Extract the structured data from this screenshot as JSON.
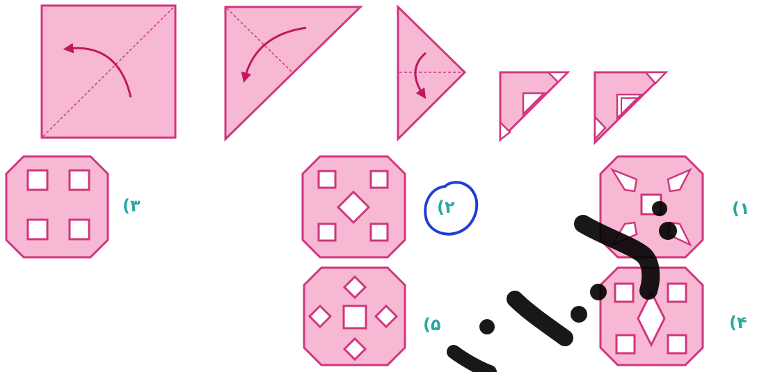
{
  "colors": {
    "fill": "#f6b8d2",
    "stroke": "#d1357e",
    "arrow": "#c2185b",
    "label": "#2aa8a0",
    "circle": "#1f3fd0",
    "watermark": "#000000"
  },
  "folding_steps": [
    {
      "shape": "square",
      "has_arrow": true
    },
    {
      "shape": "large-triangle",
      "has_arrow": true
    },
    {
      "shape": "medium-triangle",
      "has_arrow": true
    },
    {
      "shape": "small-triangle-cut",
      "has_arrow": false
    },
    {
      "shape": "small-triangle-cut-2",
      "has_arrow": false
    }
  ],
  "options": [
    {
      "label": "۱)",
      "pattern": "diagonal-diamonds-center-square",
      "selected": false
    },
    {
      "label": "۲)",
      "pattern": "corner-squares-center-diamond",
      "selected": true
    },
    {
      "label": "۳)",
      "pattern": "four-squares",
      "selected": false
    },
    {
      "label": "۴)",
      "pattern": "corner-squares-center-tall-diamond",
      "selected": false
    },
    {
      "label": "۵)",
      "pattern": "side-diamonds-center-square",
      "selected": false
    }
  ],
  "answer_marker": "circled-option-2"
}
